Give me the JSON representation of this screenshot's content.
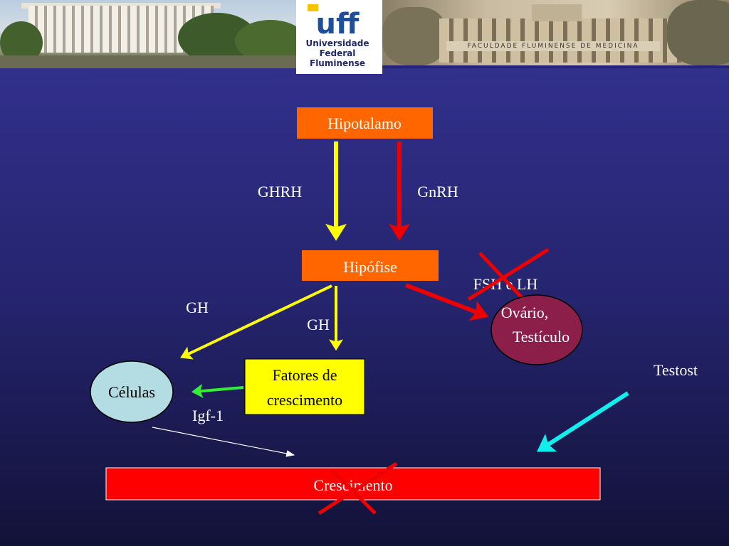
{
  "header": {
    "logo_mark": "uff",
    "logo_lines": [
      "Universidade",
      "Federal",
      "Fluminense"
    ],
    "photo_sign": "FACULDADE FLUMINENSE DE MEDICINA"
  },
  "diagram": {
    "hypothalamus": "Hipotalamo",
    "pituitary": "Hipófise",
    "ghrh": "GHRH",
    "gnrh": "GnRH",
    "gh_left": "GH",
    "gh_center": "GH",
    "fsh_lh": "FSH e LH",
    "gonads_line1": "Ovário,",
    "gonads_line2": "Testículo",
    "growth_factors_line1": "Fatores de",
    "growth_factors_line2": "crescimento",
    "cells": "Células",
    "igf1": "Igf-1",
    "testosterone": "Testost",
    "growth": "Crescimento"
  },
  "colors": {
    "box_orange": "#ff6600",
    "box_yellow": "#ffff00",
    "box_red": "#ff0000",
    "ellipse_pink": "#8b1f4a",
    "ellipse_light": "#b3dde3",
    "arrow_yellow": "#ffff00",
    "arrow_red": "#ee0000",
    "arrow_green": "#33ee33",
    "arrow_cyan": "#11eeee",
    "arrow_white": "#ffffff",
    "text_light": "#ffffff",
    "text_dark": "#000000"
  }
}
